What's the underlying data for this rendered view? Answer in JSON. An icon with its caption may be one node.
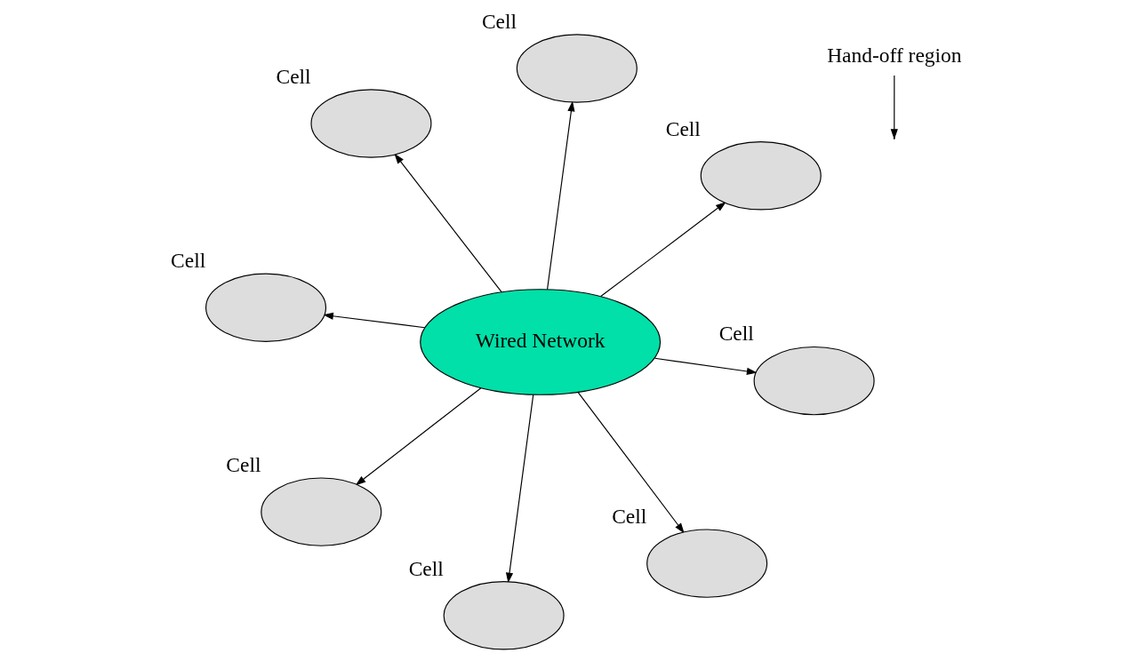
{
  "diagram": {
    "nodes": [
      {
        "text": [
          "Wired Network"
        ]
      },
      {
        "text": [],
        "shape": "ellipse",
        "beside": [
          "Cell"
        ]
      },
      {
        "text": [],
        "shape": "ellipse",
        "beside": [
          "Cell"
        ]
      },
      {
        "text": [],
        "shape": "ellipse",
        "beside": [
          "Cell"
        ]
      },
      {
        "text": [],
        "shape": "ellipse",
        "beside": [
          "Cell"
        ]
      },
      {
        "text": [],
        "shape": "ellipse",
        "beside": [
          "Cell"
        ]
      },
      {
        "text": [],
        "shape": "ellipse",
        "beside": [
          "Cell"
        ]
      },
      {
        "text": [],
        "shape": "ellipse",
        "beside": [
          "Cell"
        ]
      },
      {
        "text": [],
        "shape": "ellipse",
        "beside": [
          "Cell"
        ]
      },
      {
        "text": [
          "Hand-off region"
        ]
      }
    ],
    "edges": [
      {
        "from": 0,
        "to": 1,
        "arrow": "to"
      },
      {
        "from": 0,
        "to": 2,
        "arrow": "to"
      },
      {
        "from": 0,
        "to": 3,
        "arrow": "to"
      },
      {
        "from": 0,
        "to": 4,
        "arrow": "to"
      },
      {
        "from": 0,
        "to": 5,
        "arrow": "to"
      },
      {
        "from": 0,
        "to": 6,
        "arrow": "to"
      },
      {
        "from": 0,
        "to": 7,
        "arrow": "to"
      },
      {
        "from": 0,
        "to": 8,
        "arrow": "to"
      },
      {
        "from": 9,
        "to": null,
        "arrow": "to"
      }
    ]
  }
}
